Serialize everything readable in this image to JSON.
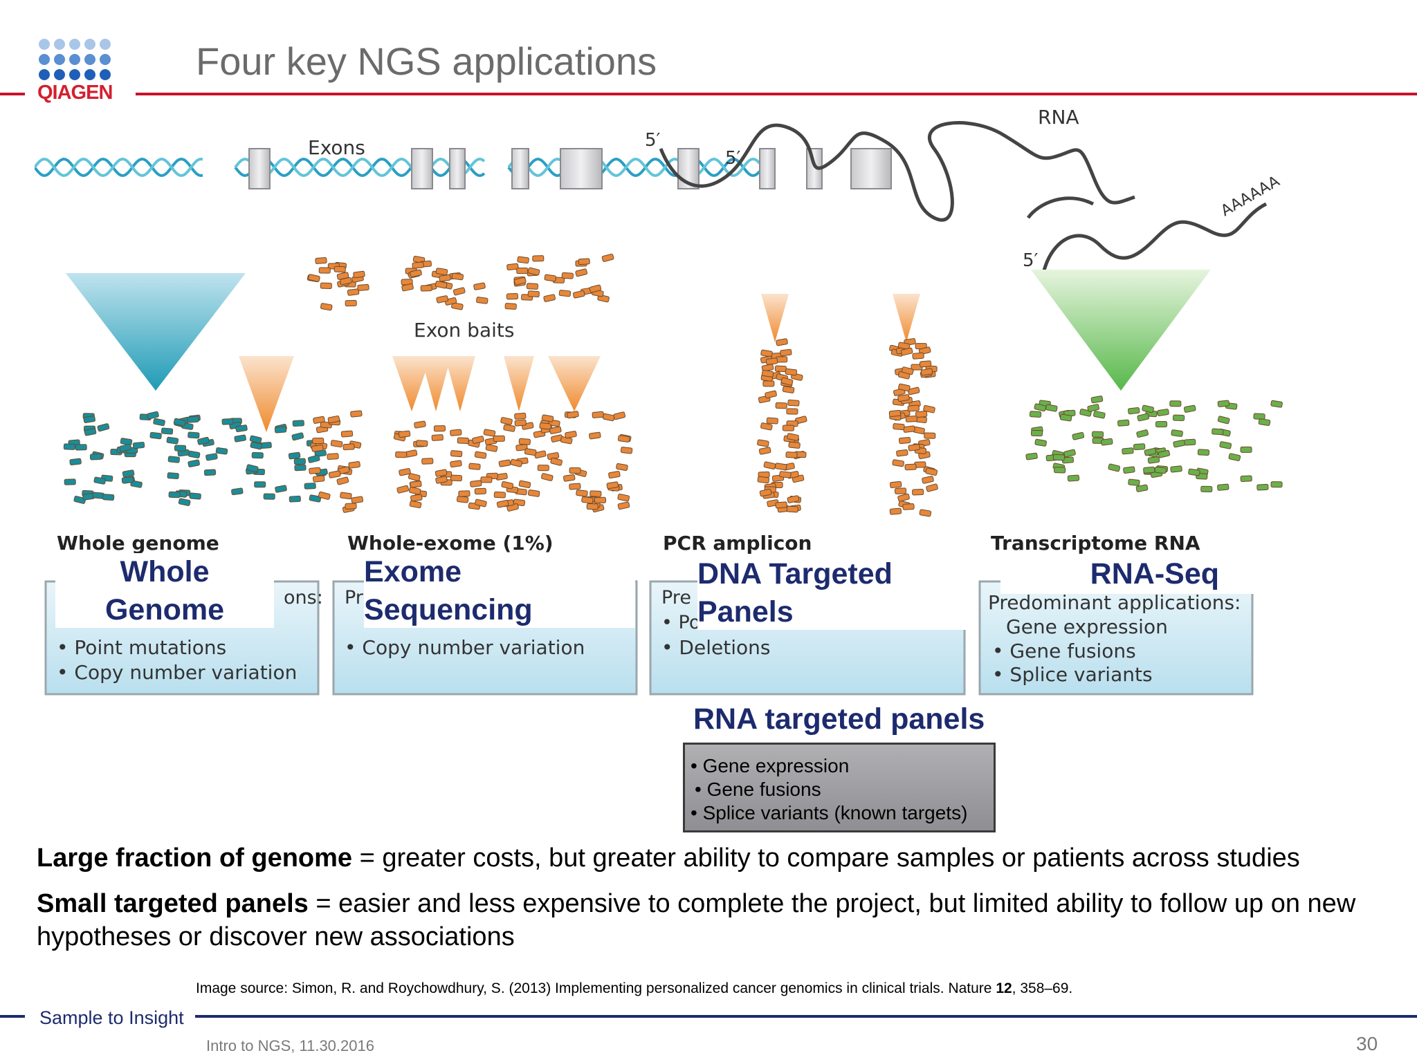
{
  "header": {
    "logo_text": "QIAGEN",
    "title": "Four key NGS applications"
  },
  "diagram": {
    "labels": {
      "exons": "Exons",
      "exon_baits": "Exon baits",
      "rna": "RNA",
      "five_prime": "5′",
      "polya": "AAAAAA"
    },
    "panels": [
      {
        "name": "Whole genome",
        "bullets_visible": [
          "Point mutations",
          "Copy number variation"
        ],
        "overlay_lines": [
          "Whole",
          "Genome"
        ],
        "partial_heading": "ons:"
      },
      {
        "name": "Whole-exome (1%)",
        "bullets_visible": [
          "Copy number variation"
        ],
        "overlay_lines": [
          "Exome",
          "Sequencing"
        ],
        "partial_heading": "Pr"
      },
      {
        "name": "PCR amplicon",
        "bullets_visible": [
          "Deletions"
        ],
        "overlay_lines": [
          "DNA Targeted",
          "Panels"
        ],
        "partial_heading": "Pre",
        "partial_bullet": "Po"
      },
      {
        "name": "Transcriptome RNA",
        "heading": "Predominant applications:",
        "bullets_visible": [
          "Gene expression",
          "Gene fusions",
          "Splice variants"
        ],
        "overlay_lines": [
          "RNA-Seq"
        ]
      }
    ],
    "colors": {
      "wg_funnel": "#1f9bb5",
      "exon_funnel": "#ef8a2e",
      "fragment_orange": "#e6873a",
      "fragment_teal": "#1b8d9a",
      "fragment_green": "#6ab04c",
      "rna_funnel": "#57b84a",
      "box_fill": "#cde8f3"
    }
  },
  "rna_panels": {
    "title": "RNA targeted panels",
    "items": [
      "• Gene expression",
      "• Gene fusions",
      "• Splice variants (known targets)"
    ]
  },
  "body": {
    "line1_bold": "Large fraction of genome",
    "line1_rest": " = greater costs, but greater ability to compare samples or patients across studies",
    "line2_bold": "Small targeted panels",
    "line2_rest": " = easier and less expensive to complete the project, but limited ability to follow up on new",
    "line3": "hypotheses or discover new associations"
  },
  "source": {
    "prefix": "Image source: Simon, R. and Roychowdhury, S. (2013) Implementing personalized cancer genomics in clinical trials. Nature ",
    "volume": "12",
    "suffix": ", 358–69."
  },
  "footer": {
    "slogan": "Sample to Insight",
    "date": "Intro to NGS, 11.30.2016",
    "page_number": "30"
  }
}
